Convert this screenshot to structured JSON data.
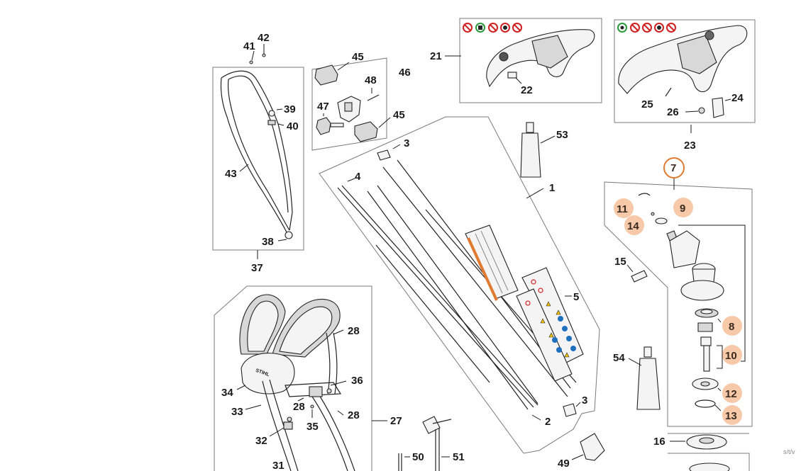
{
  "diagram": {
    "labels": {
      "l1": "1",
      "l2": "2",
      "l3a": "3",
      "l3b": "3",
      "l4": "4",
      "l5": "5",
      "l7": "7",
      "l8": "8",
      "l9": "9",
      "l10": "10",
      "l11": "11",
      "l12": "12",
      "l13": "13",
      "l14": "14",
      "l15": "15",
      "l16": "16",
      "l21": "21",
      "l22": "22",
      "l23": "23",
      "l24": "24",
      "l25": "25",
      "l26": "26",
      "l27": "27",
      "l28a": "28",
      "l28b": "28",
      "l28c": "28",
      "l31": "31",
      "l32": "32",
      "l33": "33",
      "l34": "34",
      "l35": "35",
      "l36": "36",
      "l37": "37",
      "l38": "38",
      "l39": "39",
      "l40": "40",
      "l41": "41",
      "l42": "42",
      "l43": "43",
      "l45a": "45",
      "l45b": "45",
      "l46": "46",
      "l47": "47",
      "l48": "48",
      "l49": "49",
      "l50": "50",
      "l51": "51",
      "l53": "53",
      "l54": "54"
    },
    "stihl_logo": "STIHL",
    "watermark": "s/t/v"
  },
  "colors": {
    "highlight_fill": "#f7c9a8",
    "highlight_ring": "#e07a30",
    "warning_red": "#d22020",
    "safety_blue": "#1f6fbf",
    "caution_yellow": "#f2c200",
    "sticker_orange": "#e07a30"
  },
  "icons": [
    "no-symbol-icon",
    "check-symbol-icon",
    "warning-triangle-icon",
    "mandatory-blue-icon"
  ]
}
